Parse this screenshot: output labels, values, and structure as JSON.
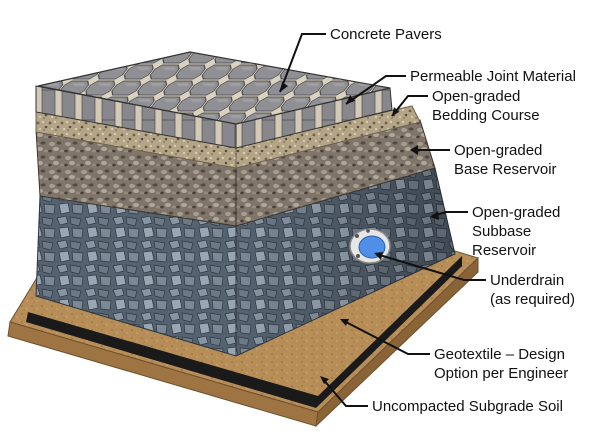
{
  "labels": {
    "concrete_pavers": "Concrete Pavers",
    "permeable_joint": "Permeable Joint Material",
    "bedding": [
      "Open-graded",
      "Bedding Course"
    ],
    "base": [
      "Open-graded",
      "Base Reservoir"
    ],
    "subbase": [
      "Open-graded",
      "Subbase",
      "Reservoir"
    ],
    "underdrain": [
      "Underdrain",
      "(as required)"
    ],
    "geotextile": [
      "Geotextile – Design",
      "Option per Engineer"
    ],
    "subgrade": "Uncompacted Subgrade Soil"
  },
  "colors": {
    "paver": "#8e8e93",
    "joint": "#d3c9b4",
    "bedding": "#b7a78a",
    "base": "#7c7266",
    "subbase": "#5d6975",
    "geotextile": "#1a1a1a",
    "soil": "#b88e58",
    "pipe": "#e6e6e6",
    "water": "#4f8fe8"
  }
}
